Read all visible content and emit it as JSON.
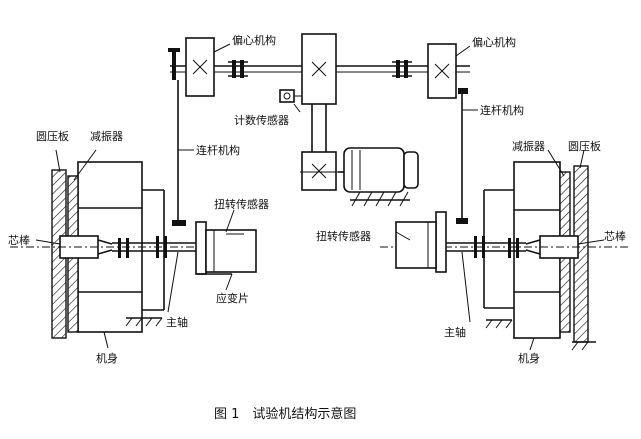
{
  "labels": {
    "eccentric_left": "偏心机构",
    "eccentric_right": "偏心机构",
    "counter_sensor": "计数传感器",
    "linkage_left": "连杆机构",
    "linkage_right": "连杆机构",
    "pressure_plate_left": "圆压板",
    "pressure_plate_right": "圆压板",
    "damper_left": "减振器",
    "damper_right": "减振器",
    "core_rod_left": "芯棒",
    "core_rod_right": "芯棒",
    "torque_sensor_left": "扭转传感器",
    "torque_sensor_right": "扭转传感器",
    "strain_gauge": "应变片",
    "main_shaft_left": "主轴",
    "main_shaft_right": "主轴",
    "body_left": "机身",
    "body_right": "机身"
  },
  "caption": "图 1　试验机结构示意图"
}
